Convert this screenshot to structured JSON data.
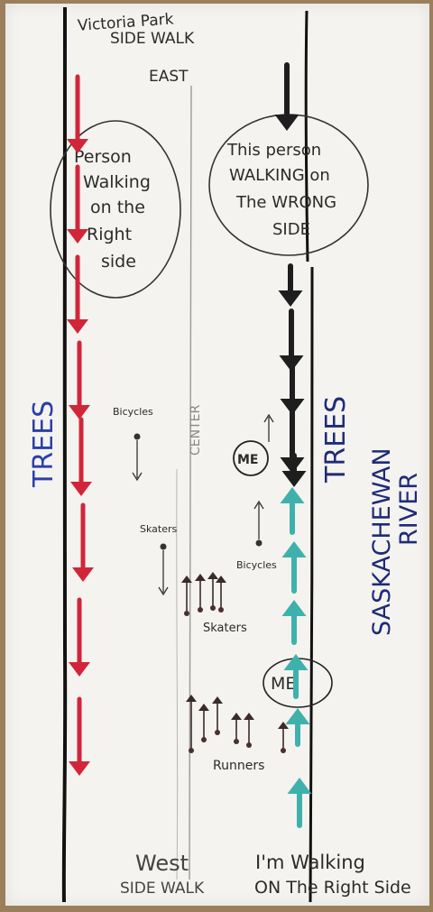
{
  "header": {
    "line1": "Victoria Park",
    "line2": "SIDE WALK",
    "direction": "EAST"
  },
  "footer": {
    "line1": "West",
    "line2": "SIDE WALK"
  },
  "bubble_left": {
    "lines": [
      "Person",
      "Walking",
      "on the",
      "Right",
      "side"
    ]
  },
  "bubble_right": {
    "lines": [
      "This person",
      "WALKING on",
      "The WRONG",
      "SIDE"
    ]
  },
  "labels": {
    "trees_left": "TREES",
    "trees_right": "TREES",
    "center": "CENTER",
    "river_1": "SASKACHEWAN",
    "river_2": "RIVER",
    "bicycles_1": "Bicycles",
    "bicycles_2": "Bicycles",
    "skaters_1": "Skaters",
    "skaters_2": "Skaters",
    "runners": "Runners",
    "me_1": "ME",
    "me_2": "ME",
    "caption_1": "I'm Walking",
    "caption_2": "ON The Right Side"
  },
  "colors": {
    "red_arrow": "#d1263a",
    "black_arrow": "#1e1e1e",
    "teal_arrow": "#3fb1ad",
    "blue_text": "#2b3fa8",
    "ink": "#2b2b2b"
  }
}
